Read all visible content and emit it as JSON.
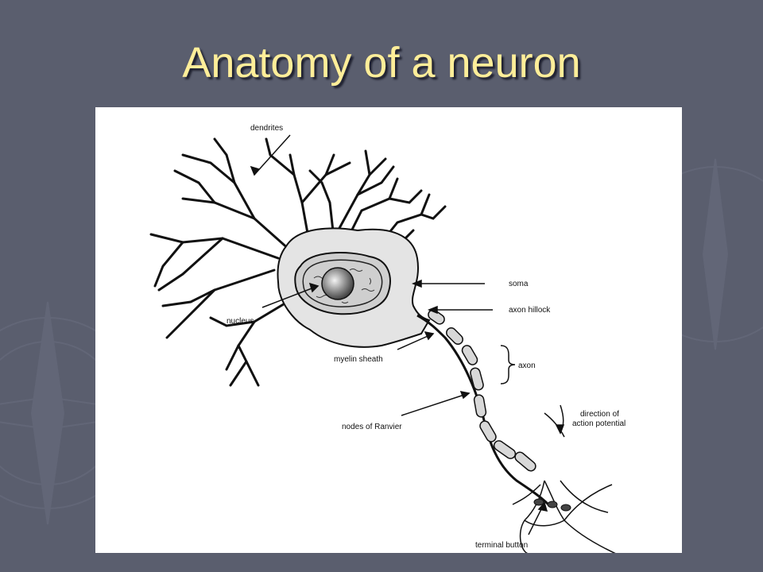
{
  "slide": {
    "title": "Anatomy of a neuron"
  },
  "colors": {
    "background": "#5a5e6e",
    "title": "#ffee99",
    "panel": "#ffffff"
  },
  "diagram": {
    "labels": {
      "dendrites": "dendrites",
      "soma": "soma",
      "axon_hillock": "axon hillock",
      "nucleus": "nucleus",
      "myelin_sheath": "myelin sheath",
      "axon": "axon",
      "direction_line1": "direction of",
      "direction_line2": "action potential",
      "nodes_of_ranvier": "nodes of Ranvier",
      "terminal_button": "terminal button"
    }
  }
}
